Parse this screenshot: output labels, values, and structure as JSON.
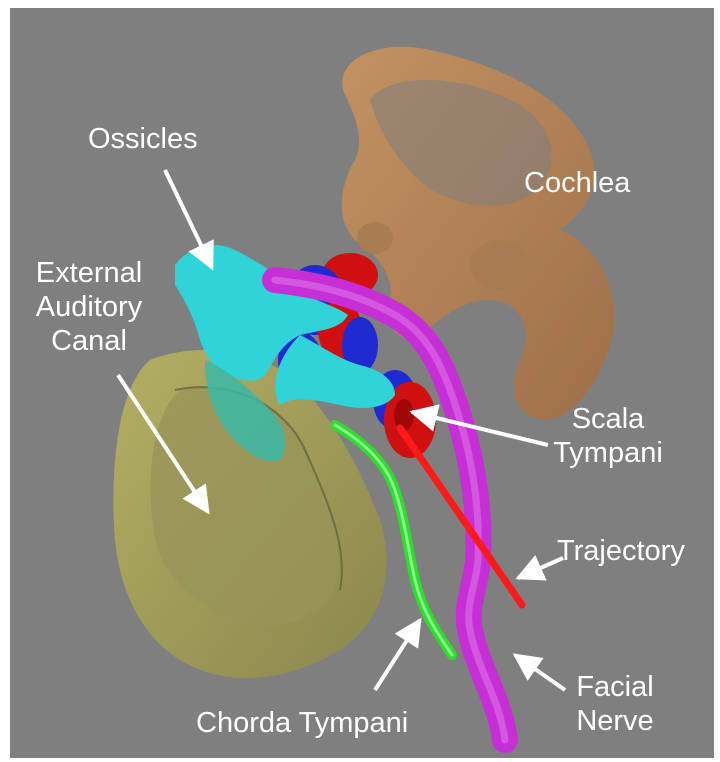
{
  "labels": {
    "ossicles": "Ossicles",
    "cochlea": "Cochlea",
    "eac_line1": "External",
    "eac_line2": "Auditory",
    "eac_line3": "Canal",
    "scala_line1": "Scala",
    "scala_line2": "Tympani",
    "trajectory": "Trajectory",
    "chorda": "Chorda Tympani",
    "facial_line1": "Facial",
    "facial_line2": "Nerve"
  },
  "colors": {
    "background": "#7f7f7f",
    "ossicles": "#2fd3d8",
    "cochlea": "#c8884a",
    "ear_canal": "#b3ad4f",
    "scala_tympani_red": "#d01010",
    "scala_tympani_blue": "#1f2bd0",
    "facial_nerve": "#c62fd6",
    "chorda_tympani": "#2fdc2f",
    "trajectory": "#ff1a1a",
    "arrows": "#ffffff"
  }
}
